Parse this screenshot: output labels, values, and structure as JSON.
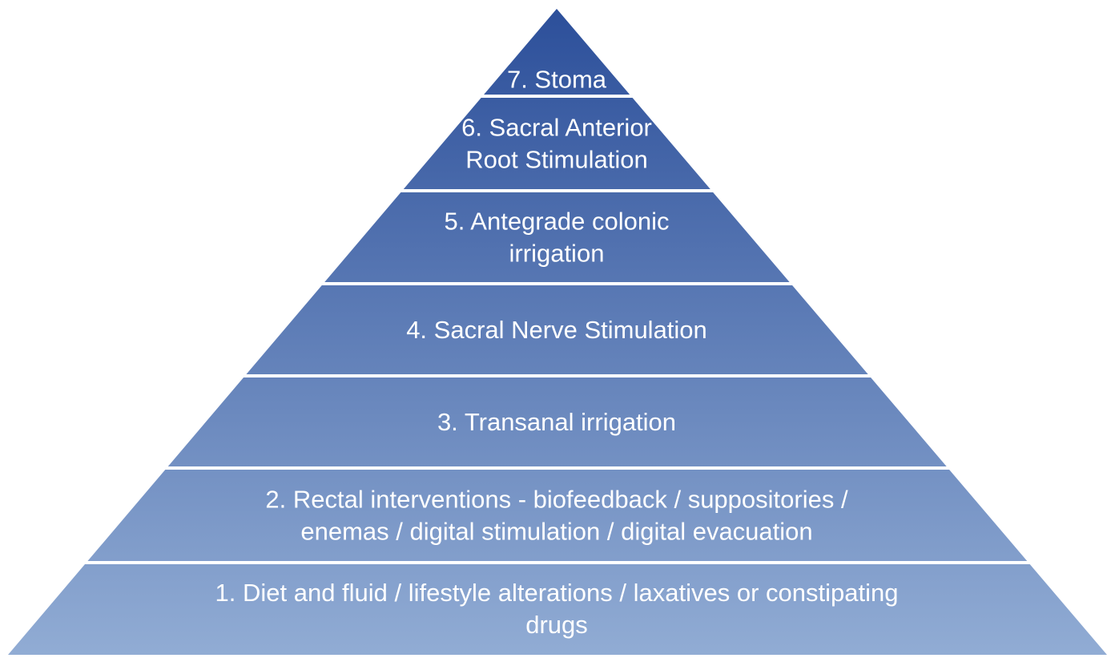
{
  "diagram": {
    "type": "pyramid",
    "gradient": {
      "top_color": "#2c4f9a",
      "bottom_color": "#91acd4"
    },
    "divider_color": "#ffffff",
    "tiers": [
      {
        "level": 7,
        "lines": [
          "7. Stoma"
        ]
      },
      {
        "level": 6,
        "lines": [
          "6. Sacral Anterior",
          "Root Stimulation"
        ]
      },
      {
        "level": 5,
        "lines": [
          "5. Antegrade colonic",
          "irrigation"
        ]
      },
      {
        "level": 4,
        "lines": [
          "4. Sacral Nerve Stimulation"
        ]
      },
      {
        "level": 3,
        "lines": [
          "3. Transanal irrigation"
        ]
      },
      {
        "level": 2,
        "lines": [
          "2. Rectal interventions - biofeedback / suppositories /",
          "enemas / digital stimulation / digital evacuation"
        ]
      },
      {
        "level": 1,
        "lines": [
          "1. Diet and fluid / lifestyle alterations / laxatives or constipating",
          "drugs"
        ]
      }
    ]
  }
}
